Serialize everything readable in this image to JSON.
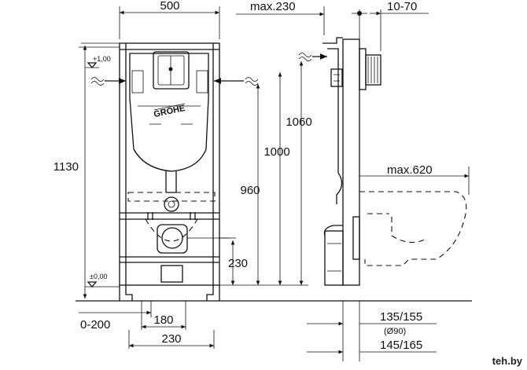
{
  "dims": {
    "width_top": "500",
    "max_230": "max.230",
    "range_10_70": "10-70",
    "plus_level": "+1,00",
    "zero_level": "±0,00",
    "h1130": "1130",
    "h1060": "1060",
    "h1000": "1000",
    "h960": "960",
    "h230": "230",
    "max620": "max.620",
    "d0_200": "0-200",
    "d180": "180",
    "d230_bottom": "230",
    "d135_155": "135/155",
    "d90": "(Ø90)",
    "d145_165": "145/165"
  },
  "brand": "GROHE",
  "watermark": "teh.by"
}
